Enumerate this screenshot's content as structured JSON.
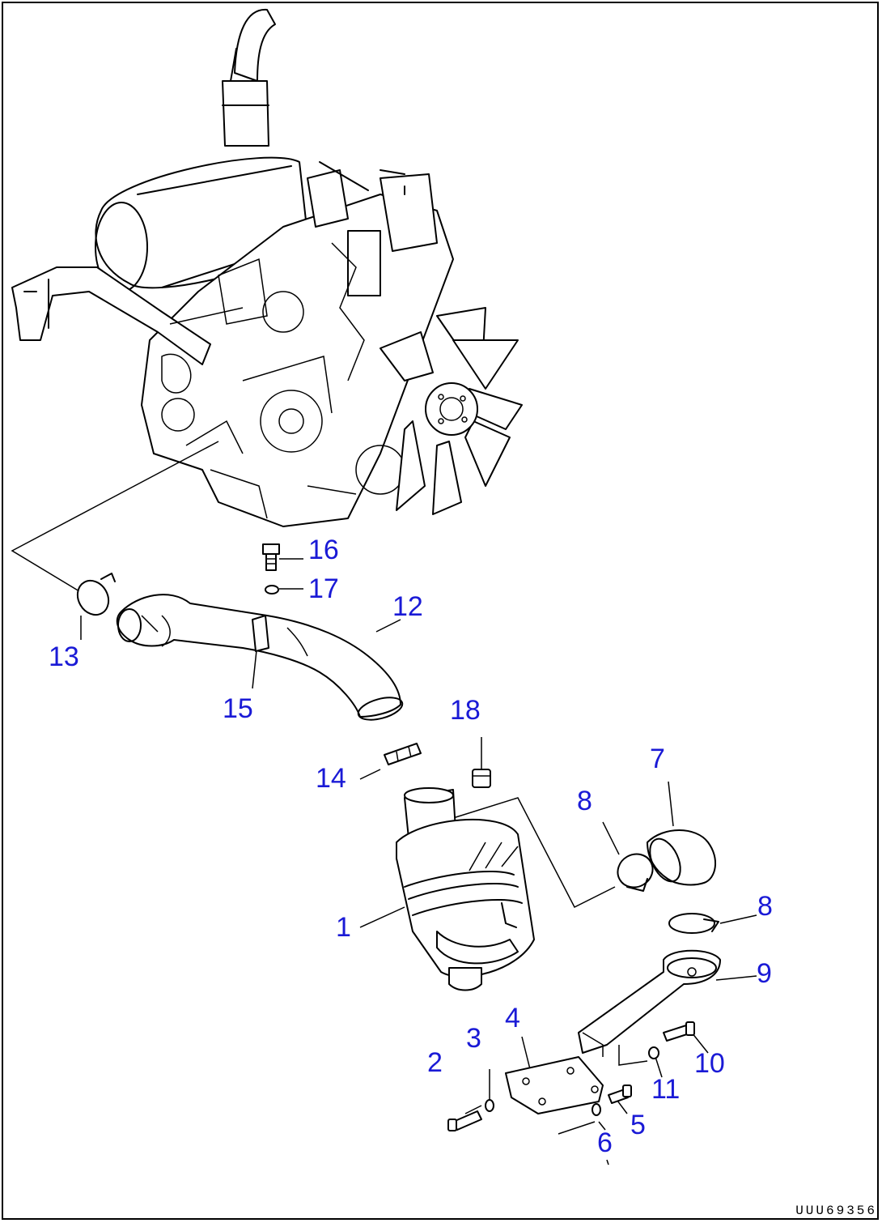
{
  "callouts": [
    "1",
    "2",
    "3",
    "4",
    "5",
    "6",
    "7",
    "8",
    "8",
    "9",
    "10",
    "11",
    "12",
    "13",
    "14",
    "15",
    "16",
    "17",
    "18"
  ],
  "drawing_code": "UUU69356",
  "colors": {
    "callout": "#1a1ad6",
    "line": "#000000",
    "background": "#ffffff"
  }
}
